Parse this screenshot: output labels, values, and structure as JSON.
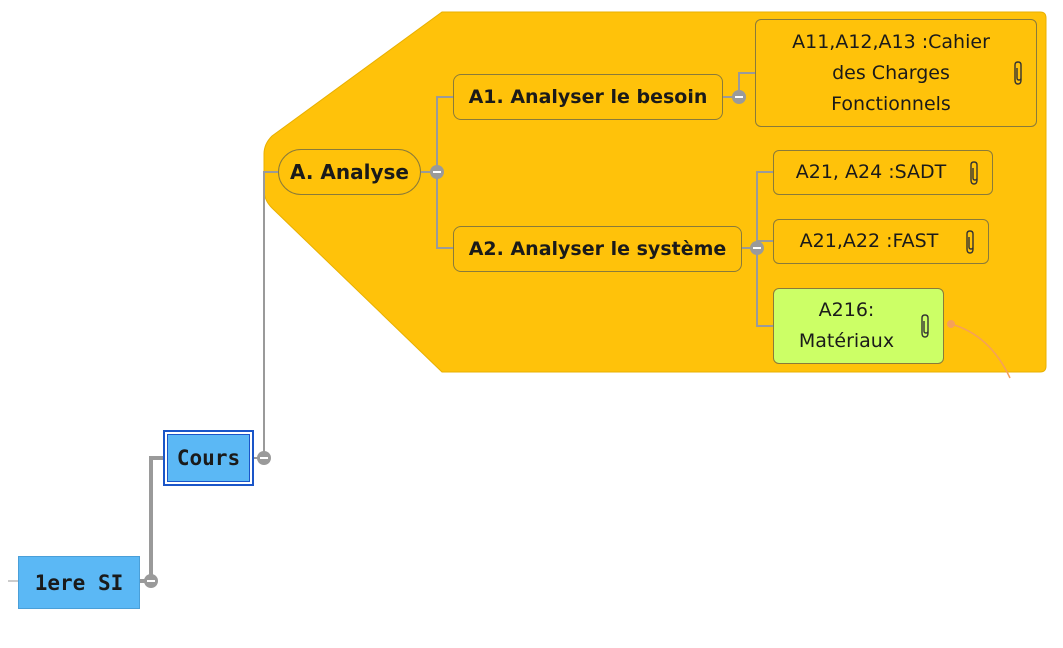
{
  "map": {
    "root": {
      "label": "1ere SI"
    },
    "cours": {
      "label": "Cours"
    },
    "analyse": {
      "label": "A. Analyse",
      "a1": {
        "label": "A1. Analyser le besoin",
        "doc": {
          "lines": [
            "A11,A12,A13 :Cahier",
            "des Charges",
            "Fonctionnels"
          ]
        }
      },
      "a2": {
        "label": "A2. Analyser le système",
        "sadt": {
          "label": "A21, A24 :SADT"
        },
        "fast": {
          "label": "A21,A22 :FAST"
        },
        "materiaux": {
          "lines": [
            "A216:",
            "Matériaux"
          ]
        }
      }
    }
  },
  "colors": {
    "boundary": "#ffc20a",
    "root_fill": "#5bb8f5",
    "highlight_fill": "#ccff66",
    "connector": "#9a9a9a",
    "relationship": "#f5a05a"
  },
  "icons": {
    "attachment": "paperclip-icon",
    "collapse": "collapse-icon"
  }
}
